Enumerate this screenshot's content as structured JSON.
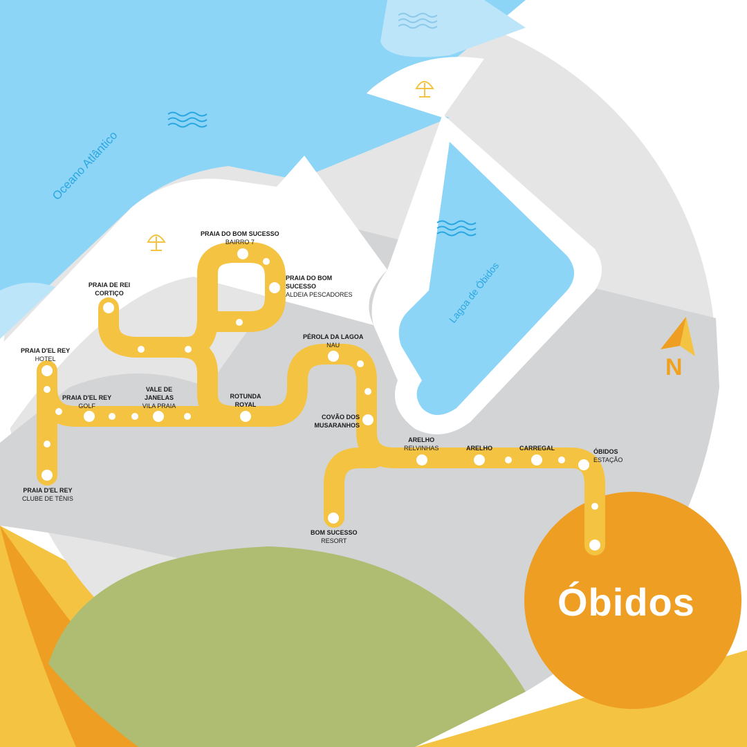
{
  "map": {
    "water_labels": {
      "ocean": "Oceano Atlântico",
      "lagoon": "Lagoa de Óbidos"
    },
    "logo_text": "Óbidos",
    "north_label": "N",
    "colors": {
      "line": "#F5C342",
      "ocean": "#8DD5F7",
      "land_gray": "#E5E5E5",
      "land_dark": "#D3D4D6",
      "orange": "#EE9E22",
      "green": "#AEBD71",
      "yellow": "#F5C342"
    },
    "icons": [
      "wave-icon",
      "beach-umbrella-icon",
      "north-arrow-icon"
    ]
  },
  "stations": [
    {
      "name": "PRAIA DO BOM SUCESSO",
      "sub": "BAIRRO 7"
    },
    {
      "name": "PRAIA DO BOM SUCESSO",
      "sub": "ALDEIA PESCADORES"
    },
    {
      "name": "PRAIA DE REI CORTIÇO",
      "sub": ""
    },
    {
      "name": "PRAIA D'EL REY",
      "sub": "HOTEL"
    },
    {
      "name": "PRAIA D'EL REY",
      "sub": "GOLF"
    },
    {
      "name": "VALE DE JANELAS",
      "sub": "VILA PRAIA"
    },
    {
      "name": "ROTUNDA ROYAL",
      "sub": ""
    },
    {
      "name": "PÉROLA DA LAGOA",
      "sub": "NAU"
    },
    {
      "name": "COVÃO DOS MUSARANHOS",
      "sub": ""
    },
    {
      "name": "PRAIA D'EL REY",
      "sub": "CLUBE DE TÉNIS"
    },
    {
      "name": "ARELHO",
      "sub": "RELVINHAS"
    },
    {
      "name": "ARELHO",
      "sub": ""
    },
    {
      "name": "CARREGAL",
      "sub": ""
    },
    {
      "name": "ÓBIDOS",
      "sub": "ESTAÇÃO"
    },
    {
      "name": "BOM SUCESSO",
      "sub": "RESORT"
    }
  ]
}
